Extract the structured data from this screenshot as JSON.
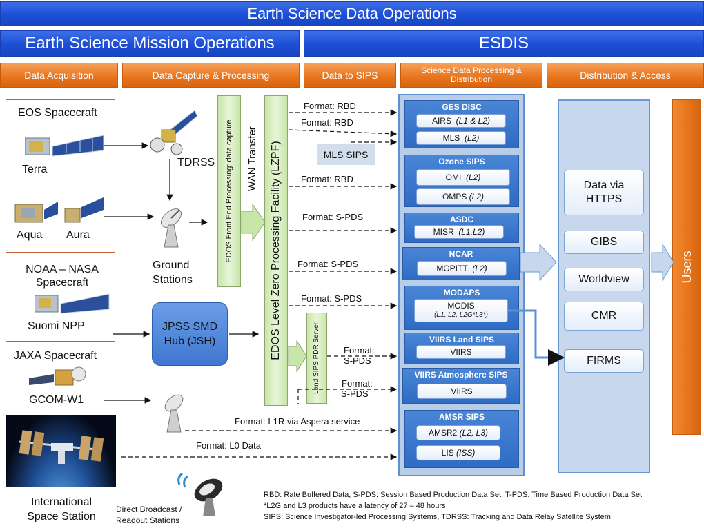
{
  "header": {
    "title": "Earth Science Data Operations",
    "left_section": "Earth Science Mission Operations",
    "right_section": "ESDIS"
  },
  "phases": [
    "Data Acquisition",
    "Data Capture & Processing",
    "Data to SIPS",
    "Science Data Processing & Distribution",
    "Distribution & Access"
  ],
  "sources": {
    "eos": {
      "title": "EOS Spacecraft",
      "terra": "Terra",
      "aqua": "Aqua",
      "aura": "Aura"
    },
    "noaa": {
      "title": "NOAA – NASA Spacecraft",
      "sat": "Suomi NPP"
    },
    "jaxa": {
      "title": "JAXA Spacecraft",
      "sat": "GCOM-W1"
    },
    "iss": {
      "title": "International Space Station"
    }
  },
  "ground": {
    "tdrss": "TDRSS",
    "stations": "Ground Stations",
    "jpss": "JPSS SMD Hub (JSH)",
    "direct": "Direct Broadcast / Readout Stations"
  },
  "capture": {
    "edos_front": "EDOS Front End Processing: data capture",
    "wan": "WAN Transfer",
    "lzpf": "EDOS Level Zero Processing Facility (LZPF)",
    "land_pdr": "Land SIPS PDR Server",
    "mls_sips": "MLS SIPS"
  },
  "formats": {
    "rbd": "Format: RBD",
    "spds": "Format: S-PDS",
    "format_label": "Format:",
    "spds_short": "S-PDS",
    "l1r": "Format: L1R via Aspera service",
    "l0": "Format: L0 Data"
  },
  "centers": [
    {
      "name": "GES DISC",
      "items": [
        {
          "label": "AIRS",
          "sub": "(L1 & L2)"
        },
        {
          "label": "MLS",
          "sub": "(L2)"
        }
      ]
    },
    {
      "name": "Ozone SIPS",
      "items": [
        {
          "label": "OMI",
          "sub": "(L2)"
        },
        {
          "label": "OMPS",
          "sub": "(L2)"
        }
      ]
    },
    {
      "name": "ASDC",
      "items": [
        {
          "label": "MISR",
          "sub": "(L1,L2)"
        }
      ]
    },
    {
      "name": "NCAR",
      "items": [
        {
          "label": "MOPITT",
          "sub": "(L2)"
        }
      ]
    },
    {
      "name": "MODAPS",
      "items": [
        {
          "label": "MODIS",
          "sub": "(L1, L2, L2G*L3*)"
        }
      ]
    },
    {
      "name": "VIIRS Land SIPS",
      "items": [
        {
          "label": "VIIRS",
          "sub": ""
        }
      ]
    },
    {
      "name": "VIIRS Atmosphere SIPS",
      "items": [
        {
          "label": "VIIRS",
          "sub": ""
        }
      ]
    },
    {
      "name": "AMSR SIPS",
      "items": [
        {
          "label": "AMSR2",
          "sub": "(L2, L3)"
        },
        {
          "label": "LIS",
          "sub": "(ISS)"
        }
      ]
    }
  ],
  "distribution": {
    "https": "Data via HTTPS",
    "gibs": "GIBS",
    "worldview": "Worldview",
    "cmr": "CMR",
    "firms": "FIRMS"
  },
  "users": "Users",
  "footnotes": [
    "RBD: Rate Buffered Data, S-PDS: Session Based Production Data Set, T-PDS: Time Based Production Data Set",
    "*L2G and L3 products have a latency of 27 – 48 hours",
    "SIPS: Science Investigator-led Processing Systems, TDRSS: Tracking and Data Relay Satellite System"
  ],
  "colors": {
    "header_blue": "#1c4fd6",
    "phase_orange": "#e8761e",
    "users_orange": "#e8761e",
    "center_blue": "#2e6bc4",
    "capture_green": "#c8e6a8"
  }
}
